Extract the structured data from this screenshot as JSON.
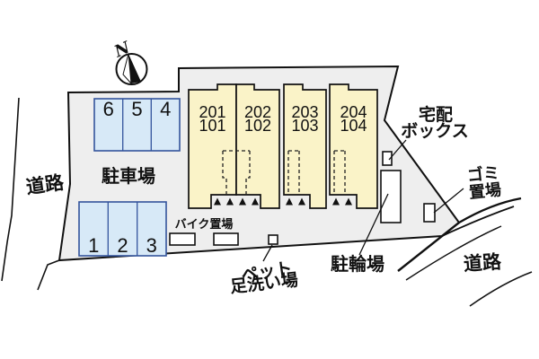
{
  "plan": {
    "compass": {
      "north": "N"
    },
    "roads": {
      "left": "道路",
      "bottom_right": "道路"
    },
    "areas": {
      "parking_lot": "駐車場",
      "bike_storage": "バイク置場",
      "bicycle_parking": "駐輪場",
      "pet_wash": {
        "line1": "ペット",
        "line2": "足洗い場"
      },
      "delivery_box": {
        "line1": "宅配",
        "line2": "ボックス"
      },
      "garbage": {
        "line1": "ゴミ",
        "line2": "置場"
      }
    },
    "building": {
      "units": [
        {
          "upper": "201",
          "lower": "101"
        },
        {
          "upper": "202",
          "lower": "102"
        },
        {
          "upper": "203",
          "lower": "103"
        },
        {
          "upper": "204",
          "lower": "104"
        }
      ]
    },
    "parking_spaces": {
      "top_row": [
        "6",
        "5",
        "4"
      ],
      "bottom_row": [
        "1",
        "2",
        "3"
      ]
    },
    "colors": {
      "site_fill": "#eeeeee",
      "building_fill": "#faf3c8",
      "parking_fill": "#d7e9f7",
      "parking_border": "#33549c",
      "line": "#111111"
    }
  }
}
